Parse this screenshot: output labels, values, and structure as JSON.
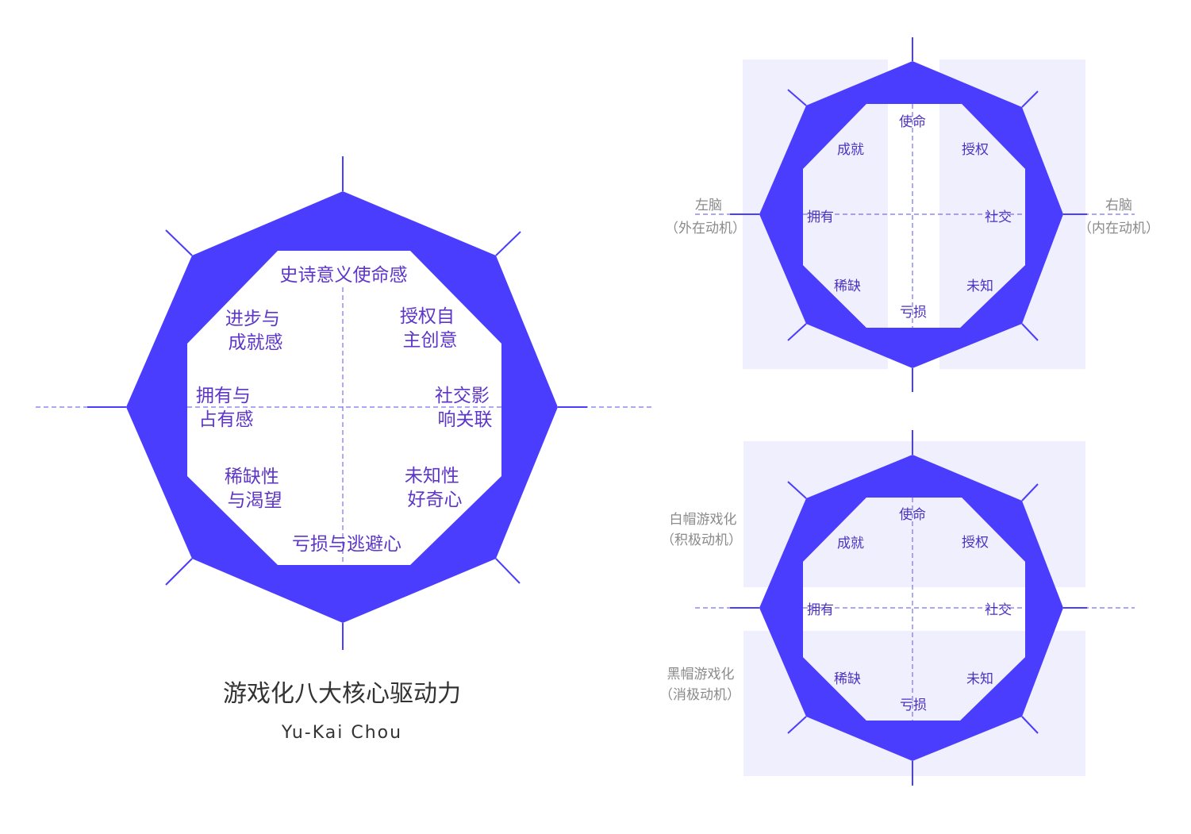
{
  "left_diagram": {
    "drives": [
      {
        "lines": [
          "史诗意义使命感"
        ]
      },
      {
        "lines": [
          "授权自",
          "主创意"
        ]
      },
      {
        "lines": [
          "社交影",
          "响关联"
        ]
      },
      {
        "lines": [
          "未知性",
          "好奇心"
        ]
      },
      {
        "lines": [
          "亏损与逃避心"
        ]
      },
      {
        "lines": [
          "稀缺性",
          "与渴望"
        ]
      },
      {
        "lines": [
          "拥有与",
          "占有感"
        ]
      },
      {
        "lines": [
          "进步与",
          "成就感"
        ]
      }
    ],
    "title": "游戏化八大核心驱动力",
    "author": "Yu-Kai Chou"
  },
  "top_right_diagram": {
    "drives": [
      "使命",
      "授权",
      "社交",
      "未知",
      "亏损",
      "稀缺",
      "拥有",
      "成就"
    ],
    "left_label": [
      "左脑",
      "（外在动机）"
    ],
    "right_label": [
      "右脑",
      "（内在动机）"
    ]
  },
  "bottom_right_diagram": {
    "drives": [
      "使命",
      "授权",
      "社交",
      "未知",
      "亏损",
      "稀缺",
      "拥有",
      "成就"
    ],
    "top_label": [
      "白帽游戏化",
      "（积极动机）"
    ],
    "bottom_label": [
      "黑帽游戏化",
      "（消极动机）"
    ]
  },
  "colors": {
    "accent": "#4a3dfd",
    "band": "#efeffd",
    "label": "#5d36c8",
    "side_label": "#8a8a8a"
  }
}
